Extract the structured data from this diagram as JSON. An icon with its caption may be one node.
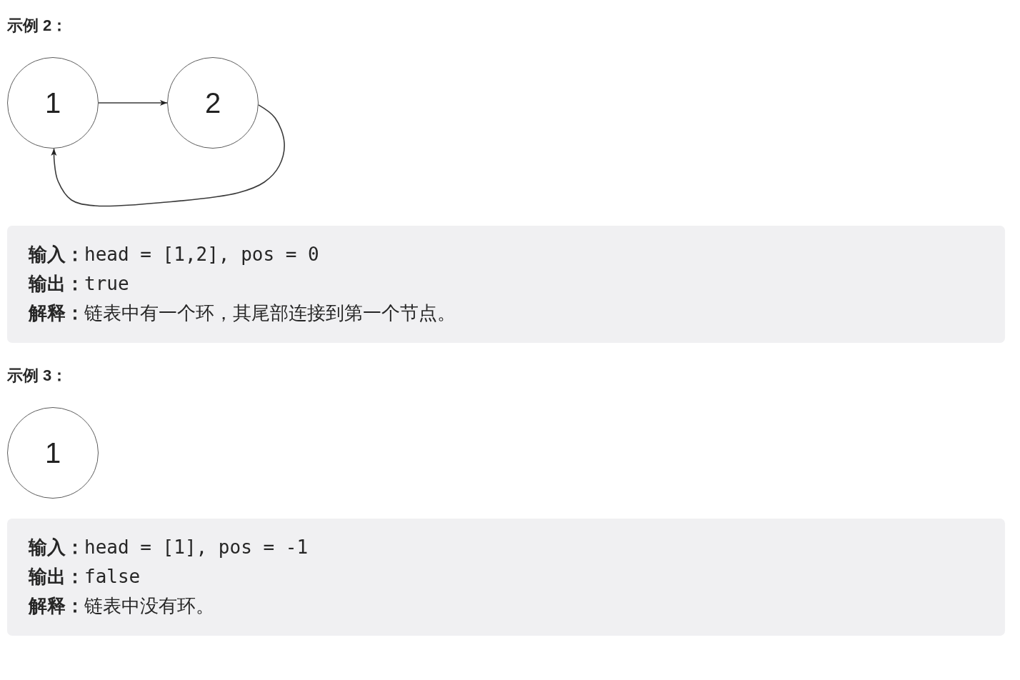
{
  "diagram": {
    "nodes": [
      {
        "text": [
          "1"
        ]
      },
      {
        "text": [
          "2"
        ]
      },
      {
        "text": [
          "**输入：**head = [1,2], pos = 0",
          "**输出：**true",
          "**解释：**链表中有一个环，其尾部连接到第一个节点。"
        ]
      },
      {
        "text": [
          "1"
        ]
      },
      {
        "text": [
          "**输入：**head = [1], pos = -1",
          "**输出：**false",
          "**解释：**链表中没有环。"
        ]
      }
    ],
    "edges": [
      {
        "from": 0,
        "to": 1,
        "arrow": "to"
      },
      {
        "from": 1,
        "to": 0,
        "arrow": "to"
      }
    ],
    "labels": [
      "示例 2：",
      "示例 3："
    ]
  }
}
